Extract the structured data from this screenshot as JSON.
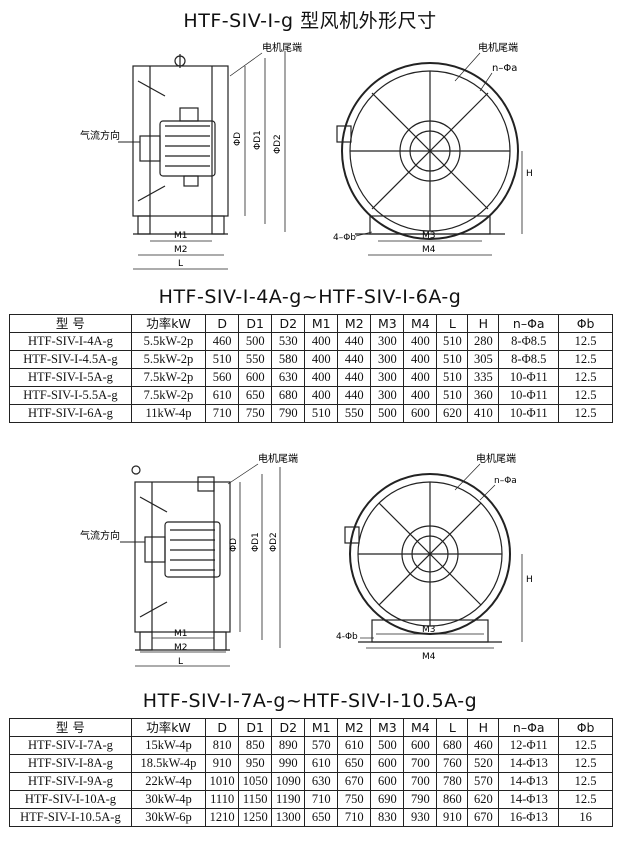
{
  "title": "HTF-SIV-I-g 型风机外形尺寸",
  "drawing1": {
    "label_motor": "电机尾端",
    "label_flow": "气流方向",
    "label_holes": "n–Φa",
    "label_bolt": "4–Φb",
    "dims_side": [
      "ΦD",
      "ΦD1",
      "ΦD2"
    ],
    "dims_bottom": [
      "M1",
      "M2",
      "L"
    ],
    "dims_front": [
      "M3",
      "M4",
      "H"
    ]
  },
  "section1": {
    "title": "HTF-SIV-I-4A-g~HTF-SIV-I-6A-g",
    "headers": [
      "型 号",
      "功率kW",
      "D",
      "D1",
      "D2",
      "M1",
      "M2",
      "M3",
      "M4",
      "L",
      "H",
      "n–Φa",
      "Φb"
    ],
    "rows": [
      [
        "HTF-SIV-I-4A-g",
        "5.5kW-2p",
        "460",
        "500",
        "530",
        "400",
        "440",
        "300",
        "400",
        "510",
        "280",
        "8-Φ8.5",
        "12.5"
      ],
      [
        "HTF-SIV-I-4.5A-g",
        "5.5kW-2p",
        "510",
        "550",
        "580",
        "400",
        "440",
        "300",
        "400",
        "510",
        "305",
        "8-Φ8.5",
        "12.5"
      ],
      [
        "HTF-SIV-I-5A-g",
        "7.5kW-2p",
        "560",
        "600",
        "630",
        "400",
        "440",
        "300",
        "400",
        "510",
        "335",
        "10-Φ11",
        "12.5"
      ],
      [
        "HTF-SIV-I-5.5A-g",
        "7.5kW-2p",
        "610",
        "650",
        "680",
        "400",
        "440",
        "300",
        "400",
        "510",
        "360",
        "10-Φ11",
        "12.5"
      ],
      [
        "HTF-SIV-I-6A-g",
        "11kW-4p",
        "710",
        "750",
        "790",
        "510",
        "550",
        "500",
        "600",
        "620",
        "410",
        "10-Φ11",
        "12.5"
      ]
    ]
  },
  "drawing2": {
    "label_motor": "电机尾端",
    "label_flow": "气流方向",
    "label_holes": "n–Φa",
    "label_bolt": "4-Φb",
    "dims_side": [
      "ΦD",
      "ΦD1",
      "ΦD2"
    ],
    "dims_bottom": [
      "M1",
      "M2",
      "L"
    ],
    "dims_front": [
      "M3",
      "M4",
      "H"
    ]
  },
  "section2": {
    "title": "HTF-SIV-I-7A-g~HTF-SIV-I-10.5A-g",
    "headers": [
      "型 号",
      "功率kW",
      "D",
      "D1",
      "D2",
      "M1",
      "M2",
      "M3",
      "M4",
      "L",
      "H",
      "n–Φa",
      "Φb"
    ],
    "rows": [
      [
        "HTF-SIV-I-7A-g",
        "15kW-4p",
        "810",
        "850",
        "890",
        "570",
        "610",
        "500",
        "600",
        "680",
        "460",
        "12-Φ11",
        "12.5"
      ],
      [
        "HTF-SIV-I-8A-g",
        "18.5kW-4p",
        "910",
        "950",
        "990",
        "610",
        "650",
        "600",
        "700",
        "760",
        "520",
        "14-Φ13",
        "12.5"
      ],
      [
        "HTF-SIV-I-9A-g",
        "22kW-4p",
        "1010",
        "1050",
        "1090",
        "630",
        "670",
        "600",
        "700",
        "780",
        "570",
        "14-Φ13",
        "12.5"
      ],
      [
        "HTF-SIV-I-10A-g",
        "30kW-4p",
        "1110",
        "1150",
        "1190",
        "710",
        "750",
        "690",
        "790",
        "860",
        "620",
        "14-Φ13",
        "12.5"
      ],
      [
        "HTF-SIV-I-10.5A-g",
        "30kW-6p",
        "1210",
        "1250",
        "1300",
        "650",
        "710",
        "830",
        "930",
        "910",
        "670",
        "16-Φ13",
        "16"
      ]
    ]
  }
}
